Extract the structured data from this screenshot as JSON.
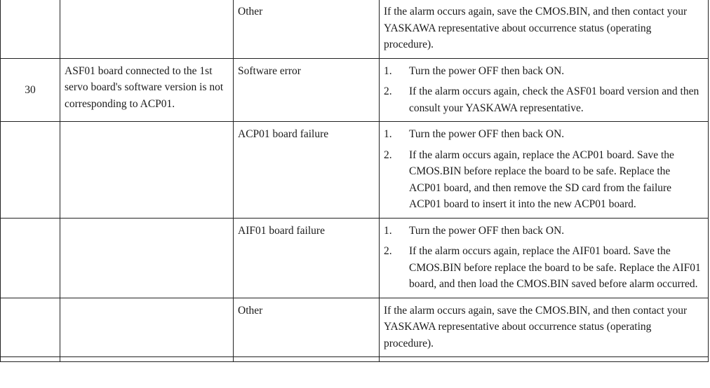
{
  "rows": [
    {
      "no": "",
      "description": "",
      "cause": "Other",
      "remedy_text": "If the alarm occurs again, save the CMOS.BIN, and then contact your YASKAWA representative about occurrence status (operating procedure)."
    },
    {
      "no": "30",
      "description": "ASF01 board connected to the 1st servo board's software version is not corresponding to ACP01.",
      "cause": "Software error",
      "steps": [
        {
          "n": "1.",
          "text": "Turn the power OFF then back ON."
        },
        {
          "n": "2.",
          "text": "If the alarm occurs again, check the ASF01 board version and then consult your YASKAWA representative."
        }
      ]
    },
    {
      "no": "",
      "description": "",
      "cause": "ACP01 board failure",
      "steps": [
        {
          "n": "1.",
          "text": "Turn the power OFF then back ON."
        },
        {
          "n": "2.",
          "text": "If the alarm occurs again, replace the ACP01 board. Save the CMOS.BIN before replace the board to be safe. Replace the ACP01 board, and then remove the SD card from the failure ACP01 board to insert it into the new ACP01 board."
        }
      ]
    },
    {
      "no": "",
      "description": "",
      "cause": "AIF01 board failure",
      "steps": [
        {
          "n": "1.",
          "text": "Turn the power OFF then back ON."
        },
        {
          "n": "2.",
          "text": "If the alarm occurs again, replace the AIF01 board. Save the CMOS.BIN before replace the board to be safe. Replace the AIF01 board, and then load the CMOS.BIN saved before alarm occurred."
        }
      ]
    },
    {
      "no": "",
      "description": "",
      "cause": "Other",
      "remedy_text": "If the alarm occurs again, save the CMOS.BIN, and then contact your YASKAWA representative about occurrence status (operating procedure)."
    }
  ]
}
